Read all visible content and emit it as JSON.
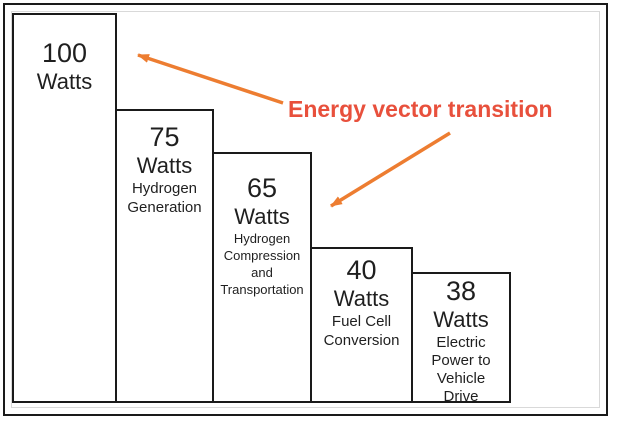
{
  "figure": {
    "annotation": {
      "label": "Energy vector transition",
      "text_color": "#E8503C",
      "arrow_color": "#ED7D31"
    },
    "bars": [
      {
        "value": "100",
        "unit": "Watts",
        "stage": ""
      },
      {
        "value": "75",
        "unit": "Watts",
        "stage": "Hydrogen Generation"
      },
      {
        "value": "65",
        "unit": "Watts",
        "stage": "Hydrogen Compression and Transportation"
      },
      {
        "value": "40",
        "unit": "Watts",
        "stage": "Fuel Cell Conversion"
      },
      {
        "value": "38",
        "unit": "Watts",
        "stage": "Electric Power to Vehicle Drive"
      }
    ]
  },
  "chart_data": {
    "type": "bar",
    "title": "",
    "categories": [
      "",
      "Hydrogen Generation",
      "Hydrogen Compression and Transportation",
      "Fuel Cell Conversion",
      "Electric Power to Vehicle Drive"
    ],
    "values": [
      100,
      75,
      65,
      40,
      38
    ],
    "unit": "Watts",
    "ylim": [
      0,
      100
    ],
    "grid": false,
    "legend_position": "none",
    "annotations": [
      {
        "text": "Energy vector transition",
        "targets": [
          "bar 100 Watts",
          "bar 65 Watts"
        ],
        "color": "#E8503C",
        "arrow_color": "#ED7D31"
      }
    ]
  }
}
